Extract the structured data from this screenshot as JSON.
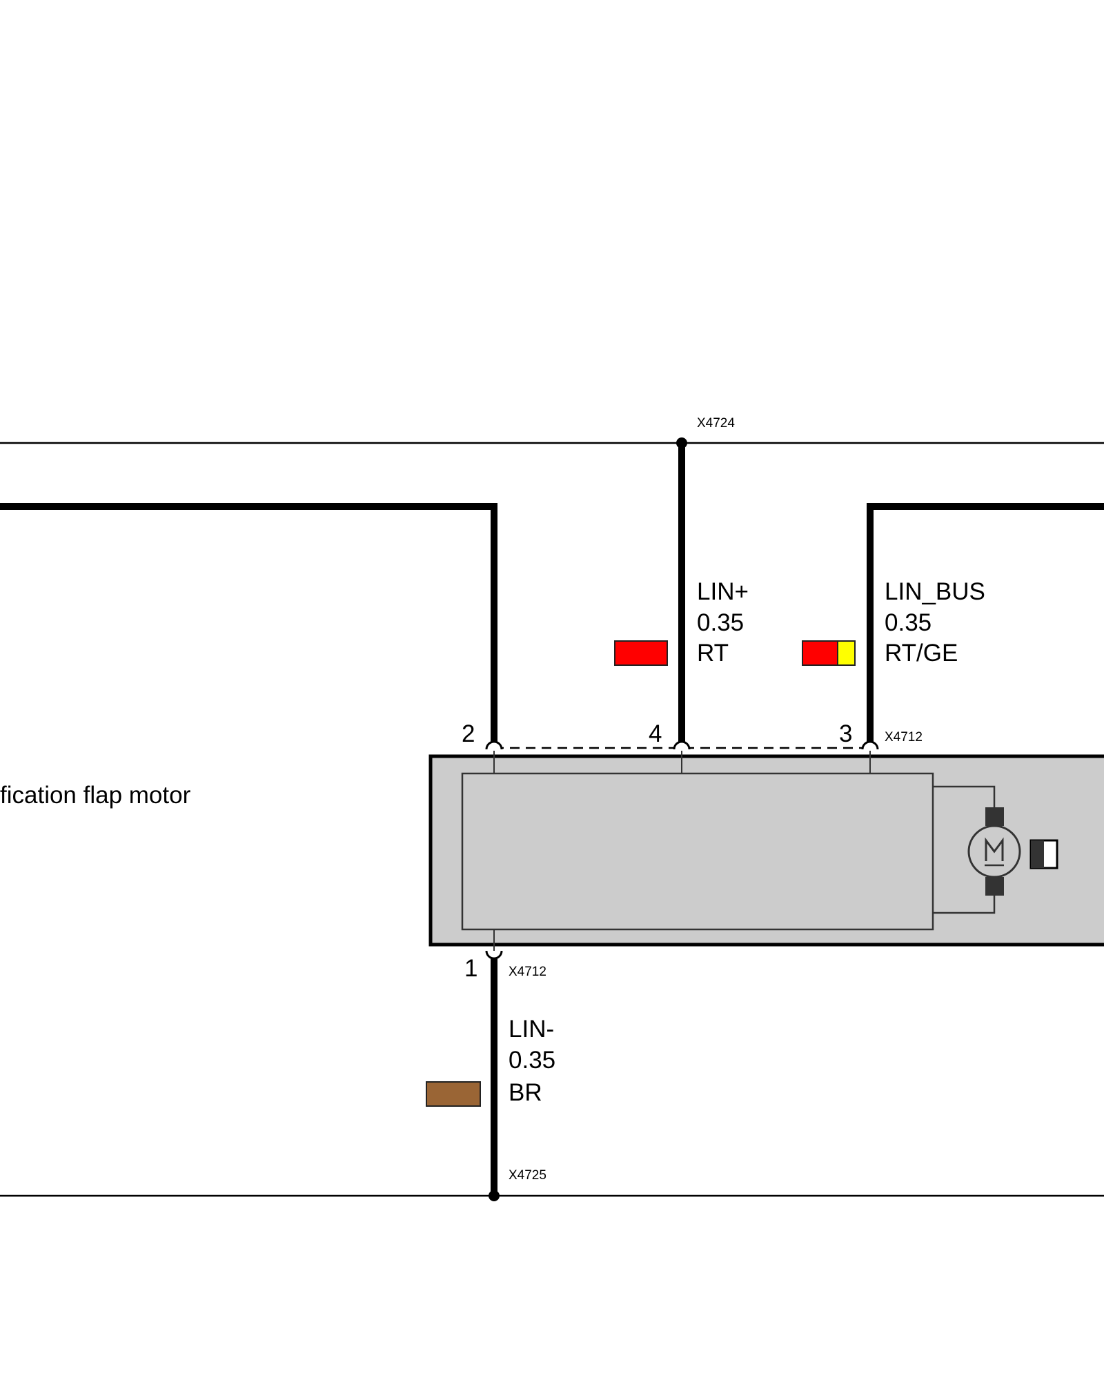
{
  "component": {
    "name_fragment": "fication flap motor"
  },
  "connectors": {
    "top_ground": "X4724",
    "pins_top": "X4712",
    "pin_bottom": "X4712",
    "bottom_ground": "X4725"
  },
  "pins": {
    "pin2": "2",
    "pin4": "4",
    "pin3": "3",
    "pin1": "1"
  },
  "wires": {
    "lin_plus": {
      "signal": "LIN+",
      "gauge": "0.35",
      "color_code": "RT",
      "swatch": [
        "#ff0000"
      ]
    },
    "lin_bus": {
      "signal": "LIN_BUS",
      "gauge": "0.35",
      "color_code": "RT/GE",
      "swatch": [
        "#ff0000",
        "#ffff00"
      ]
    },
    "lin_minus": {
      "signal": "LIN-",
      "gauge": "0.35",
      "color_code": "BR",
      "swatch": [
        "#9a6535"
      ]
    }
  },
  "colors": {
    "module_fill": "#cccccc",
    "motor_dark": "#333333",
    "line": "#000000"
  },
  "icons": {
    "motor": "motor-m-symbol-icon"
  }
}
